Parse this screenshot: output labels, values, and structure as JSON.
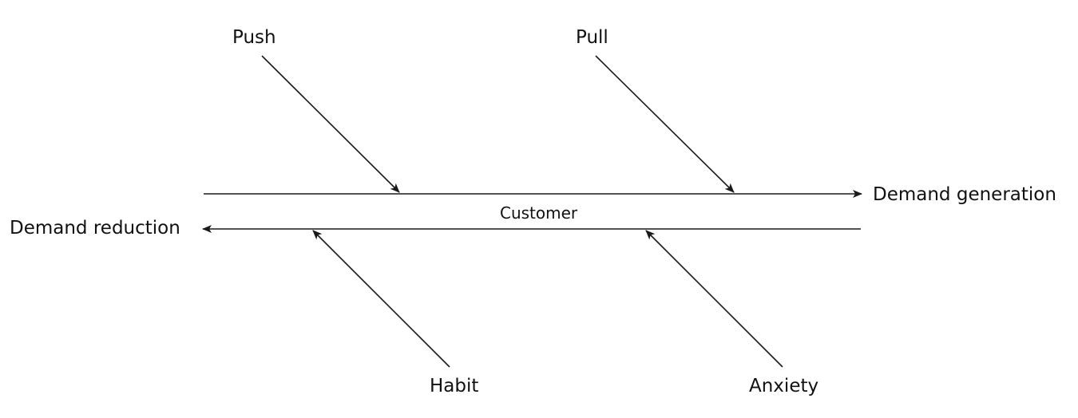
{
  "labels": {
    "push": "Push",
    "pull": "Pull",
    "habit": "Habit",
    "anxiety": "Anxiety",
    "customer": "Customer",
    "demand_generation": "Demand generation",
    "demand_reduction": "Demand reduction"
  },
  "colors": {
    "line": "#1a1a1a",
    "text": "#111111",
    "background": "#ffffff"
  }
}
